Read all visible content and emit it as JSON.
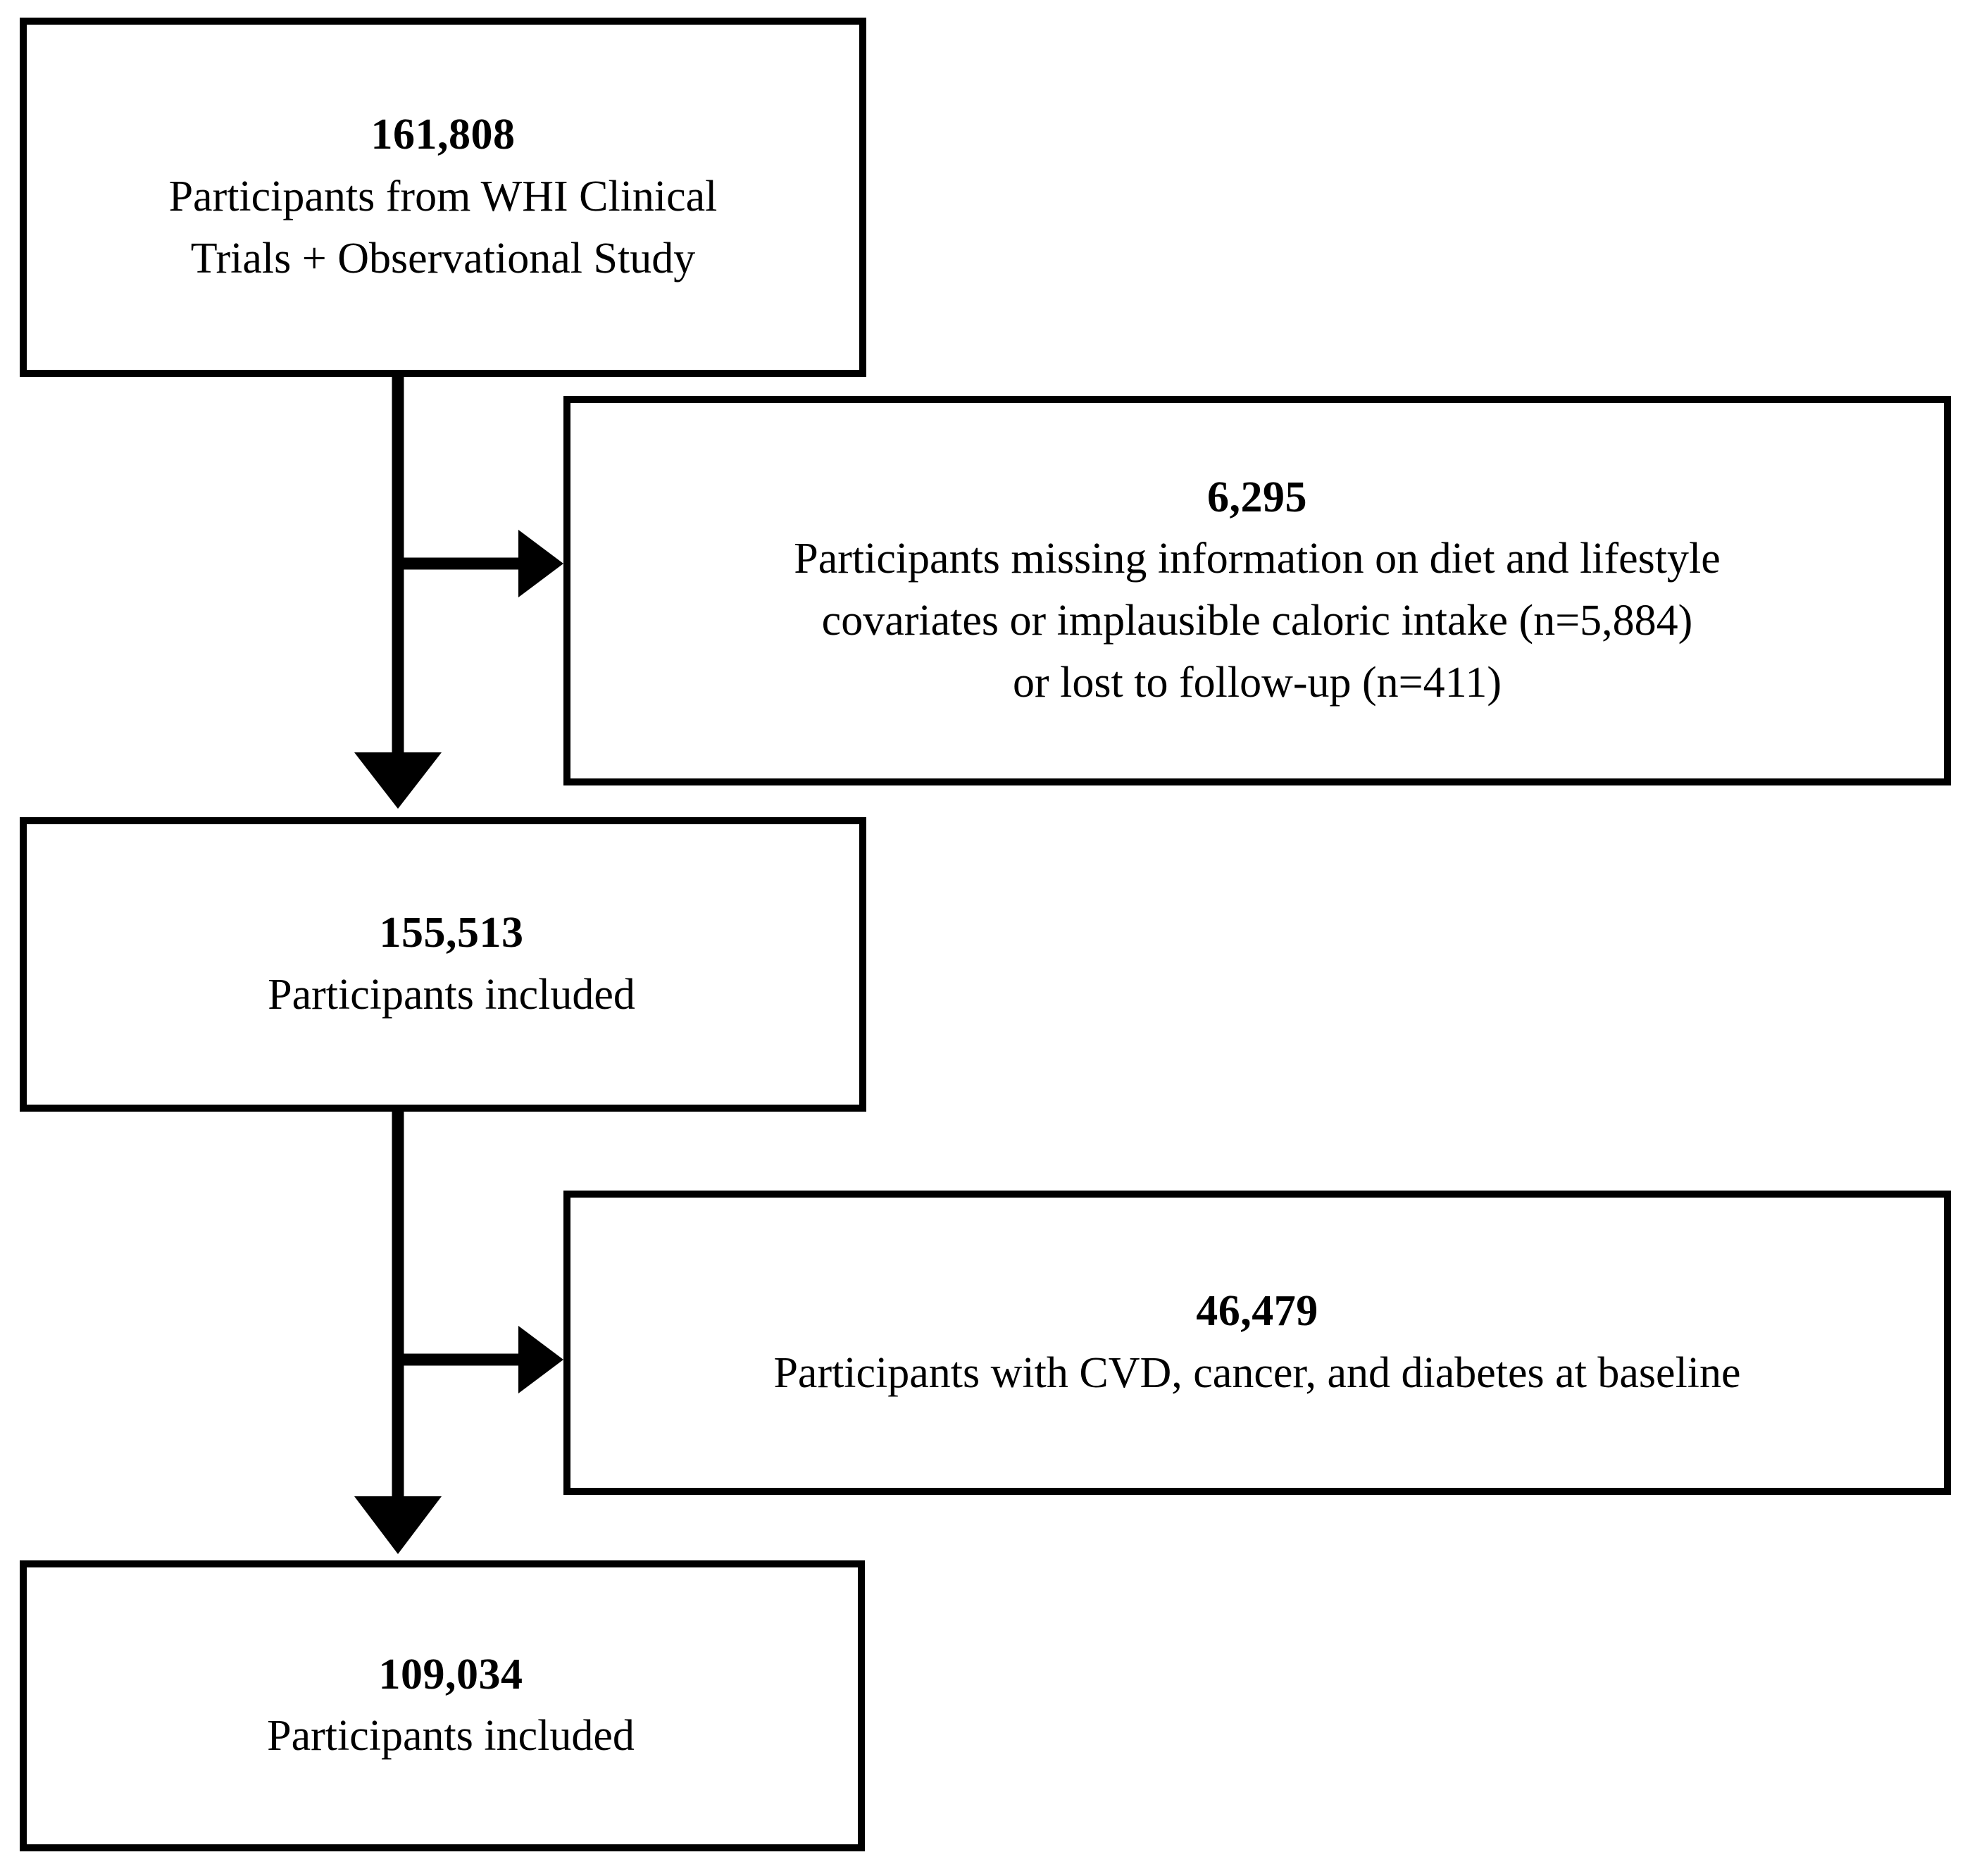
{
  "diagram": {
    "type": "participant-flow-diagram",
    "orientation": "vertical",
    "line_color": "#000000",
    "box_border_color": "#000000",
    "background_color": "#ffffff",
    "text_color": "#000000"
  },
  "boxes": {
    "source": {
      "count": "161,808",
      "line1": "Participants from WHI Clinical",
      "line2": "Trials + Observational Study"
    },
    "excluded_1": {
      "count": "6,295",
      "line1": "Participants missing information on diet and lifestyle",
      "line2": "covariates or implausible caloric intake (n=5,884)",
      "line3": "or lost to follow-up (n=411)"
    },
    "included_1": {
      "count": "155,513",
      "line1": "Participants included"
    },
    "excluded_2": {
      "count": "46,479",
      "line1": "Participants with CVD, cancer, and diabetes at baseline"
    },
    "included_2": {
      "count": "109,034",
      "line1": "Participants included"
    }
  },
  "connectors": [
    {
      "name": "source-to-included-1",
      "kind": "arrow-down"
    },
    {
      "name": "source-to-excluded-1",
      "kind": "arrow-right"
    },
    {
      "name": "included-1-to-included-2",
      "kind": "arrow-down"
    },
    {
      "name": "included-1-to-excluded-2",
      "kind": "arrow-right"
    }
  ]
}
